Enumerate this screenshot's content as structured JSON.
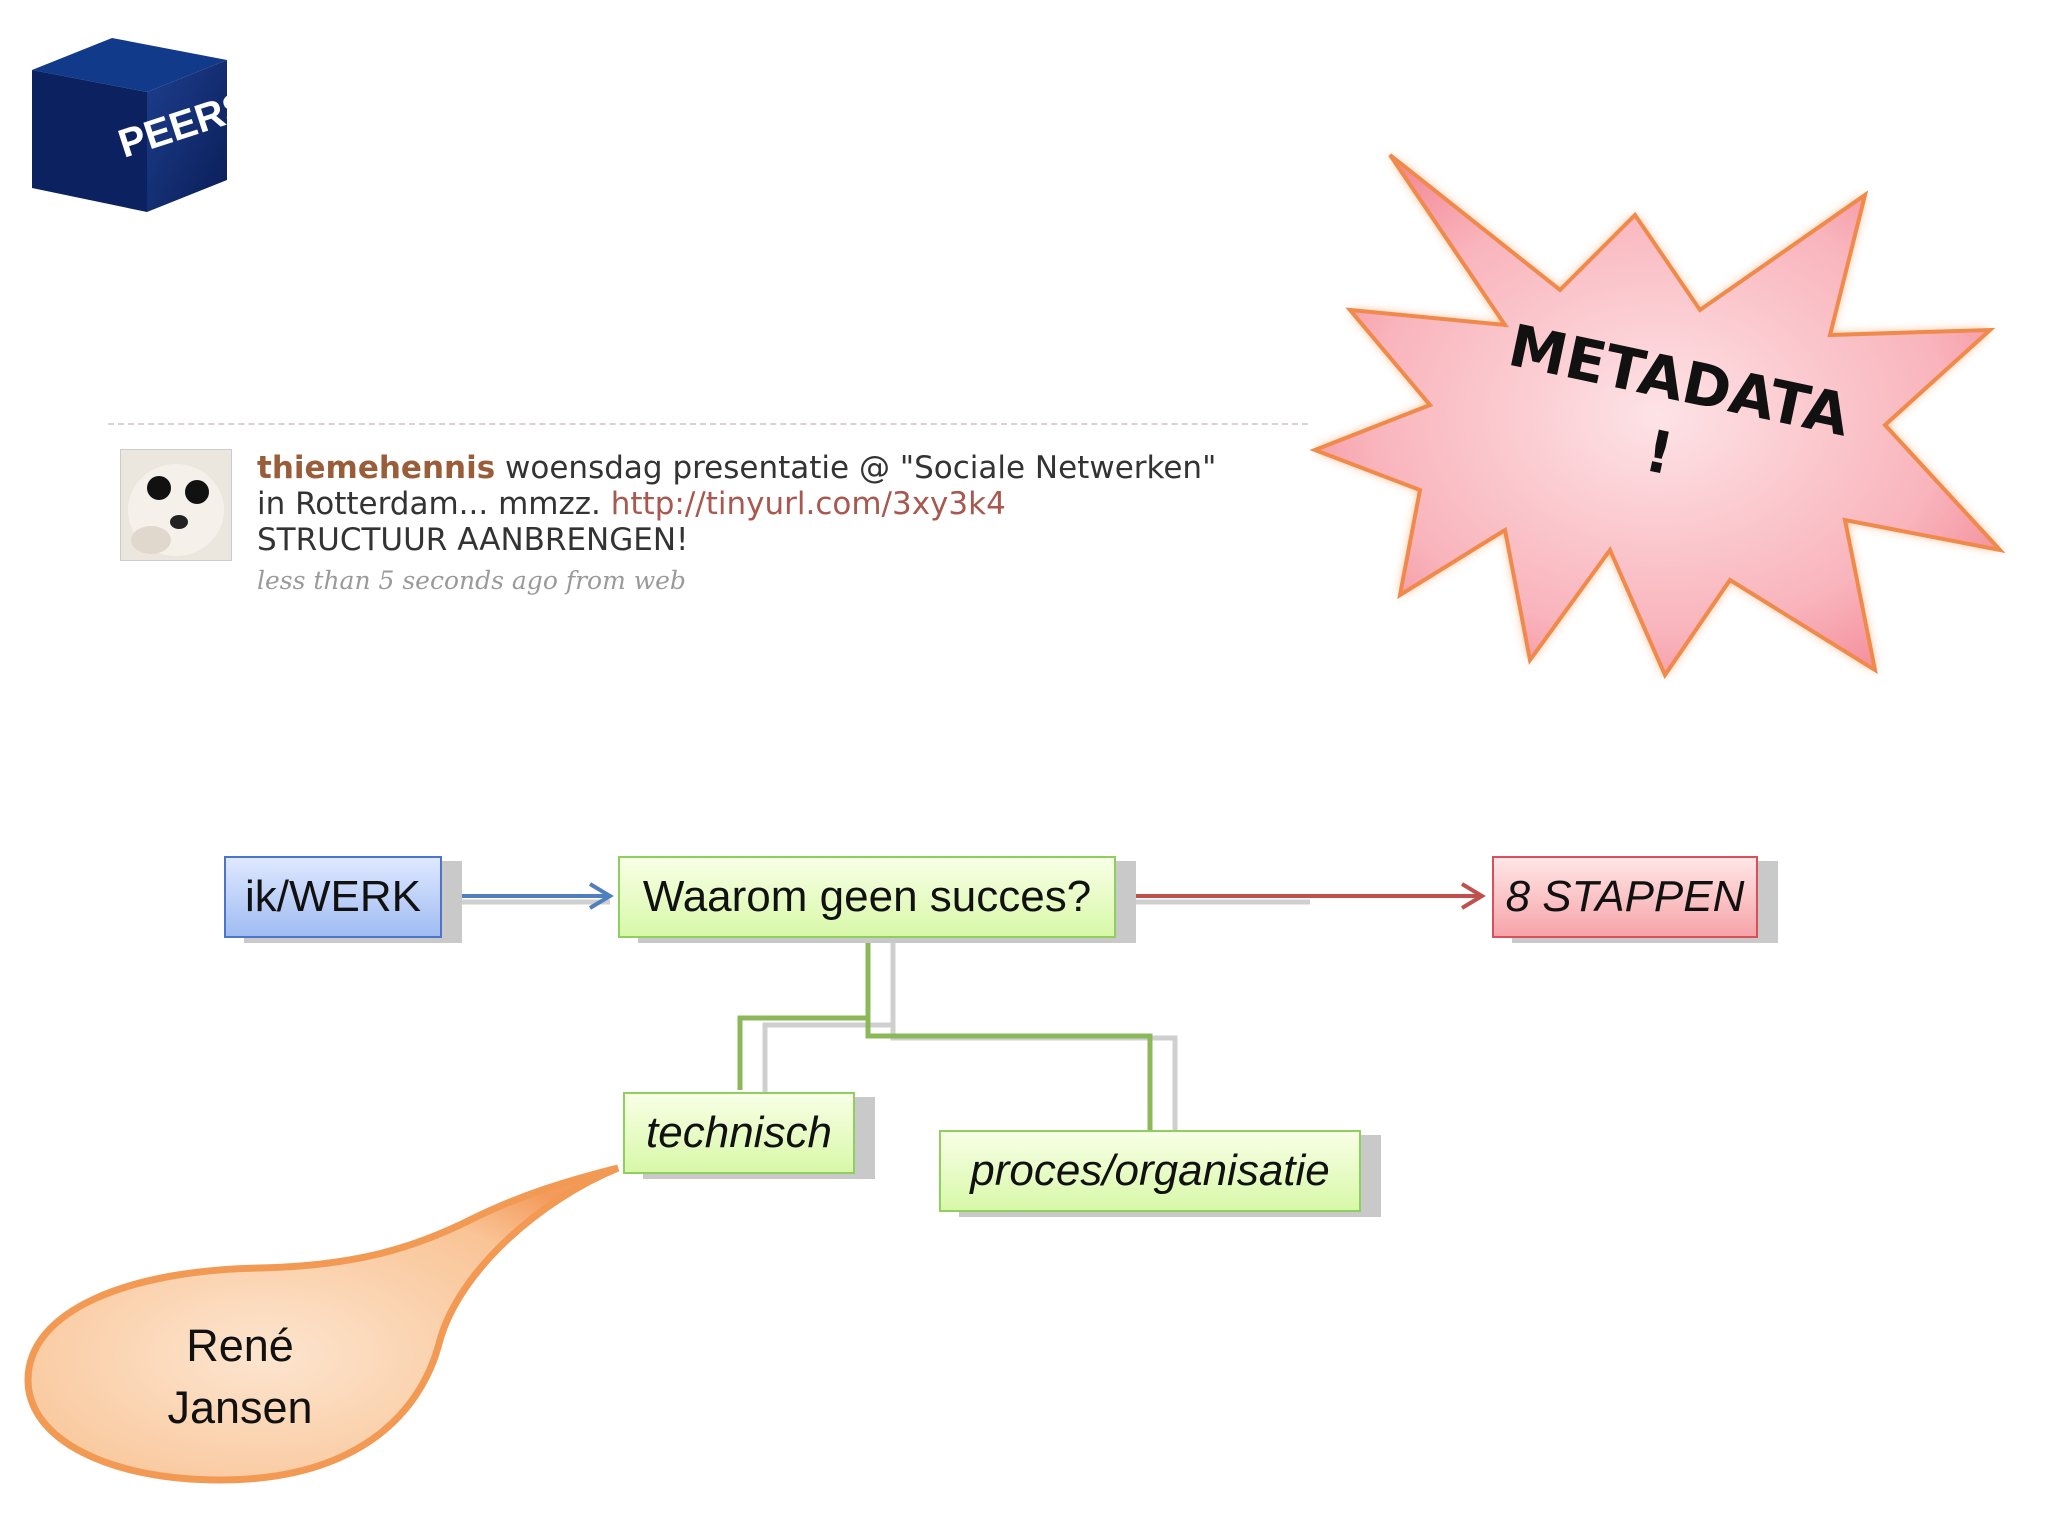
{
  "logo": {
    "text": "PEERS"
  },
  "tweet": {
    "username": "thiemehennis",
    "text_line1": " woensdag presentatie @ \"Sociale Netwerken\"",
    "text_line2_prefix": "in Rotterdam... mmzz. ",
    "link": "http://tinyurl.com/3xy3k4",
    "text_line3": "STRUCTUUR AANBRENGEN!",
    "meta": "less than 5 seconds ago from web"
  },
  "starburst": {
    "line1": "METADATA",
    "line2": "!"
  },
  "diagram": {
    "start": "ik/WERK",
    "question": "Waarom geen succes?",
    "result": "8 STAPPEN",
    "child1": "technisch",
    "child2": "proces/organisatie"
  },
  "callout": {
    "line1": "René",
    "line2": "Jansen"
  },
  "colors": {
    "logo_cube": "#0d2466",
    "burst_fill": "#f9b4bc",
    "burst_stroke": "#f08a4b",
    "arrow_blue": "#4f7fc0",
    "arrow_red": "#c0504d",
    "tree_green": "#8db85a",
    "callout_fill": "#f8b07a"
  }
}
